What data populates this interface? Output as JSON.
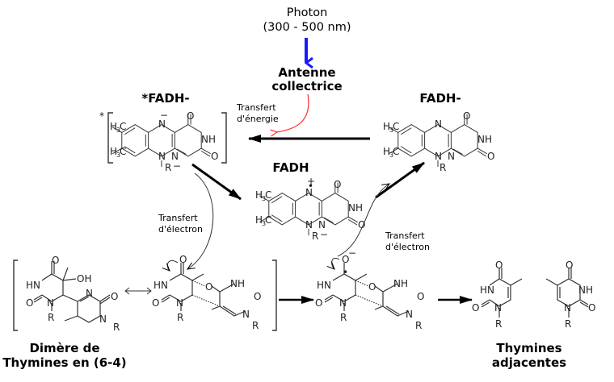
{
  "photon": {
    "title": "Photon",
    "wavelength": "(300 - 500 nm)"
  },
  "antenna": {
    "line1": "Antenne",
    "line2": "collectrice"
  },
  "energy_transfer": {
    "line1": "Transfert",
    "line2": "d'énergie"
  },
  "electron_transfer_left": {
    "line1": "Transfert",
    "line2": "d'électron"
  },
  "electron_transfer_right": {
    "line1": "Transfert",
    "line2": "d'électron"
  },
  "molecules": {
    "excited_fadh": {
      "label": "*FADH-",
      "star": "*"
    },
    "fadh_minus": {
      "label": "FADH-"
    },
    "fadh_radical": {
      "label": "FADH"
    },
    "dimer": {
      "line1": "Dimère de",
      "line2": "Thymines en (6-4)"
    },
    "thymines": {
      "line1": "Thymines",
      "line2": "adjacentes"
    }
  },
  "atoms": {
    "h3c": "H",
    "three": "3",
    "c": "C",
    "n": "N",
    "nh": "NH",
    "hn": "HN",
    "o": "O",
    "oh": "OH",
    "r": "R",
    "minus": "−",
    "plus": "+",
    "o_minus": "O",
    "radical_dot": "•"
  },
  "colors": {
    "photon_arrow": "#1a1aff",
    "energy_arrow": "#ff2a2a",
    "reaction_arrow": "#000000"
  }
}
